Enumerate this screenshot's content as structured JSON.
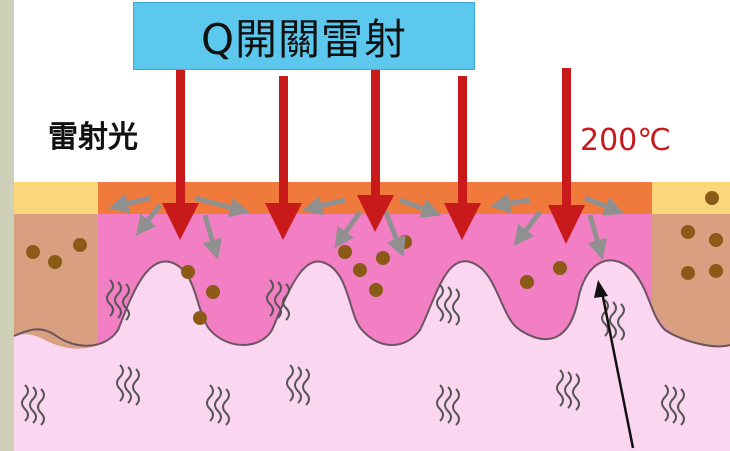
{
  "title": "Q開關雷射",
  "labels": {
    "laser_light": "雷射光",
    "temperature": "200℃"
  },
  "colors": {
    "banner": "#5cc8ee",
    "laser_arrow": "#c8191b",
    "epidermis_treated": "#f07a3c",
    "epidermis_normal": "#fad77b",
    "dermis_treated": "#f27ec3",
    "dermis_normal": "#d8a080",
    "papillae": "#fbe6f5",
    "pigment": "#8a5a16",
    "scatter_arrow": "#909090",
    "side_bar": "#cfd0b8"
  },
  "icons": [
    "laser-arrow-icon",
    "scatter-arrow-icon",
    "pigment-dot-icon",
    "heat-wave-icon",
    "pointer-arrow-icon"
  ]
}
